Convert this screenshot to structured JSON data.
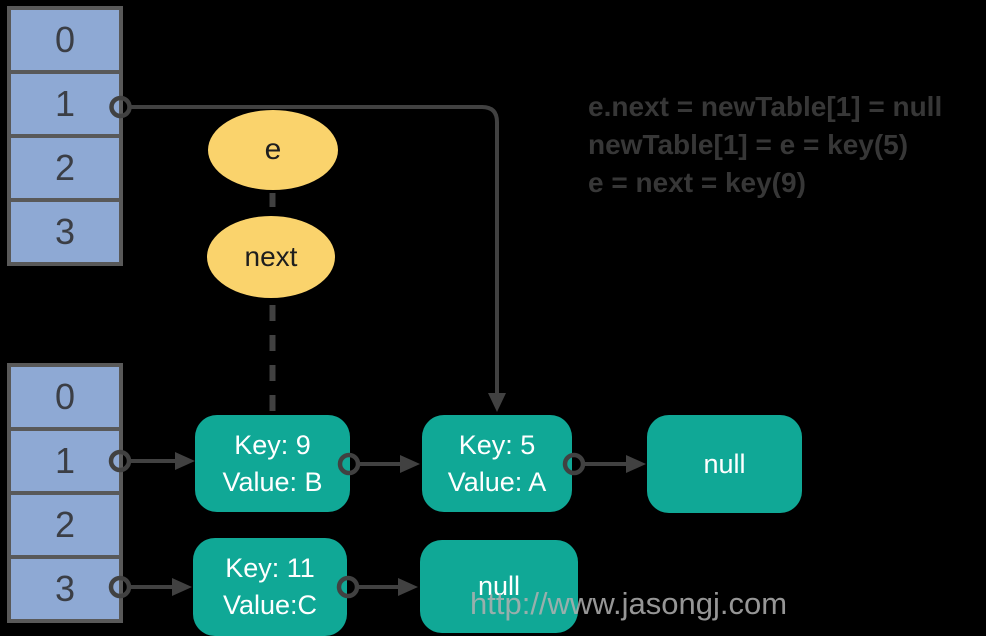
{
  "colors": {
    "background": "#000000",
    "array_cell_fill": "#8EA9D4",
    "array_border": "#595959",
    "pointer_ellipse_fill": "#FAD36C",
    "node_fill": "#10A896",
    "node_text": "#FFFFFF",
    "connector": "#414141",
    "code_text": "#373737",
    "watermark_text": "#B0B0B0"
  },
  "new_table": {
    "cells": [
      "0",
      "1",
      "2",
      "3"
    ]
  },
  "old_table": {
    "cells": [
      "0",
      "1",
      "2",
      "3"
    ]
  },
  "pointers": {
    "e_label": "e",
    "next_label": "next"
  },
  "nodes": {
    "key9": {
      "key": "Key: 9",
      "value": "Value: B"
    },
    "key5": {
      "key": "Key: 5",
      "value": "Value: A"
    },
    "null_after_key5": {
      "label": "null"
    },
    "key11": {
      "key": "Key: 11",
      "value": "Value:C"
    },
    "null_after_key11": {
      "label": "null"
    }
  },
  "code_block": {
    "lines": [
      "e.next = newTable[1] = null",
      "newTable[1] = e = key(5)",
      "e = next = key(9)"
    ]
  },
  "watermark": {
    "text": "http://www.jasongj.com"
  }
}
